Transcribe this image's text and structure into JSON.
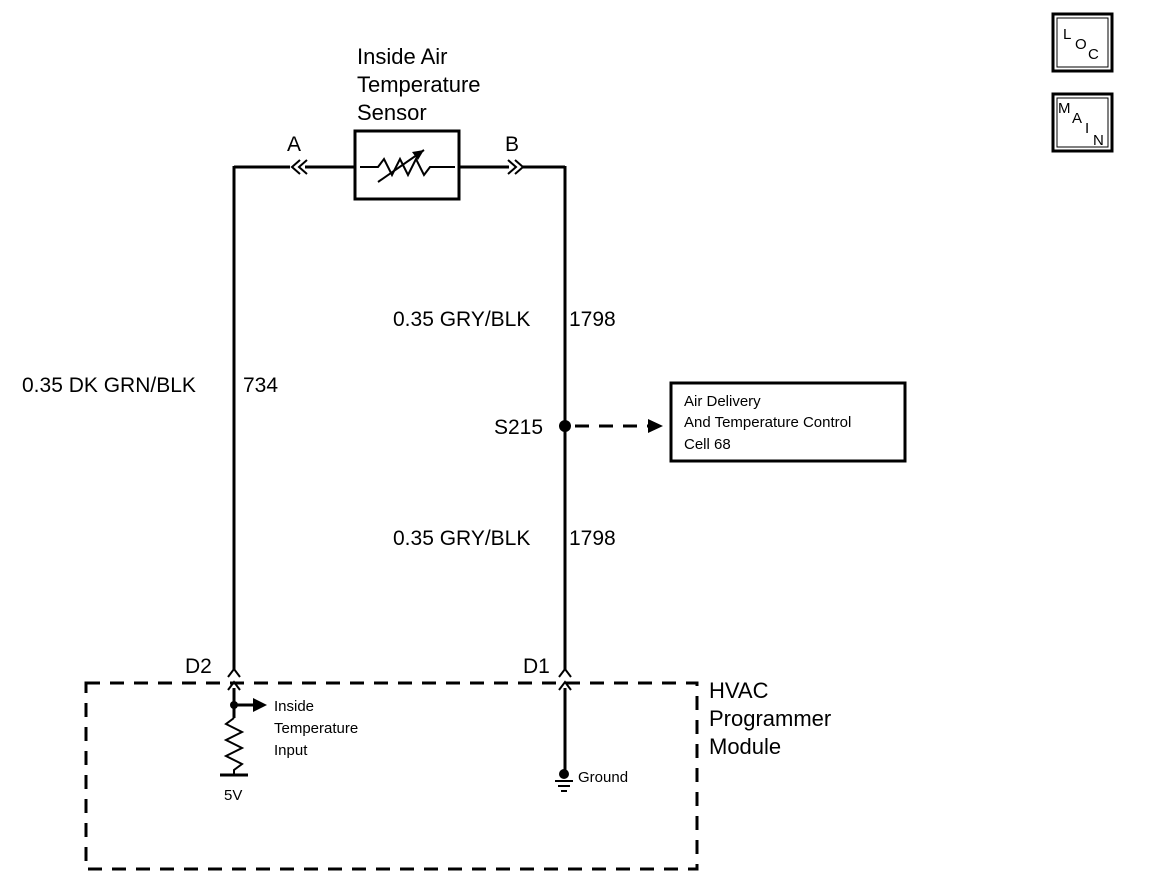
{
  "sensor": {
    "title_lines": [
      "Inside Air",
      "Temperature",
      "Sensor"
    ],
    "pin_a": "A",
    "pin_b": "B"
  },
  "wires": {
    "left": {
      "gauge_color": "0.35 DK GRN/BLK",
      "circuit": "734"
    },
    "right_upper": {
      "gauge_color": "0.35 GRY/BLK",
      "circuit": "1798"
    },
    "right_lower": {
      "gauge_color": "0.35 GRY/BLK",
      "circuit": "1798"
    }
  },
  "splice": {
    "label": "S215",
    "reference_lines": [
      "Air Delivery",
      "And Temperature Control",
      "Cell 68"
    ]
  },
  "module": {
    "title_lines": [
      "HVAC",
      "Programmer",
      "Module"
    ],
    "pin_d2": "D2",
    "pin_d1": "D1",
    "input_lines": [
      "Inside",
      "Temperature",
      "Input"
    ],
    "supply": "5V",
    "ground": "Ground"
  },
  "nav": {
    "loc": {
      "l1": "L",
      "l2": "O",
      "l3": "C"
    },
    "main": {
      "l1": "M",
      "l2": "A",
      "l3": "I",
      "l4": "N"
    }
  }
}
